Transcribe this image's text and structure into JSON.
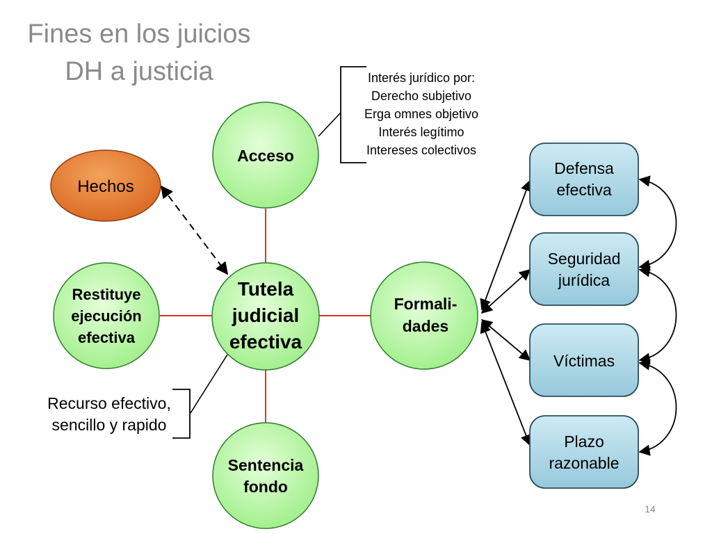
{
  "title": {
    "line1": "Fines en los juicios",
    "line2": "DH a justicia"
  },
  "nodes": {
    "tutela": [
      "Tutela",
      "judicial",
      "efectiva"
    ],
    "acceso": [
      "Acceso"
    ],
    "hechos": [
      "Hechos"
    ],
    "restituye": [
      "Restituye",
      "ejecución",
      "efectiva"
    ],
    "formalidades": [
      "Formali-",
      "dades"
    ],
    "sentencia": [
      "Sentencia",
      "fondo"
    ],
    "defensa": [
      "Defensa",
      "efectiva"
    ],
    "seguridad": [
      "Seguridad",
      "jurídica"
    ],
    "victimas": [
      "Víctimas"
    ],
    "plazo": [
      "Plazo",
      "razonable"
    ]
  },
  "annotations": {
    "interes": [
      "Interés jurídico por:",
      "Derecho subjetivo",
      "Erga omnes objetivo",
      "Interés legítimo",
      "Intereses colectivos"
    ],
    "recurso": [
      "Recurso efectivo,",
      "sencillo y rapido"
    ]
  },
  "colors": {
    "green_fill": "#b6f5a4",
    "green_stroke": "#2f7a2f",
    "orange_fill": "#e0782d",
    "orange_stroke": "#8a3e12",
    "blue_fill": "#a9d6e6",
    "blue_stroke": "#2b4d5c",
    "red_line": "#d9332c",
    "title_gray": "#8a8a8a"
  },
  "page_number": "14"
}
